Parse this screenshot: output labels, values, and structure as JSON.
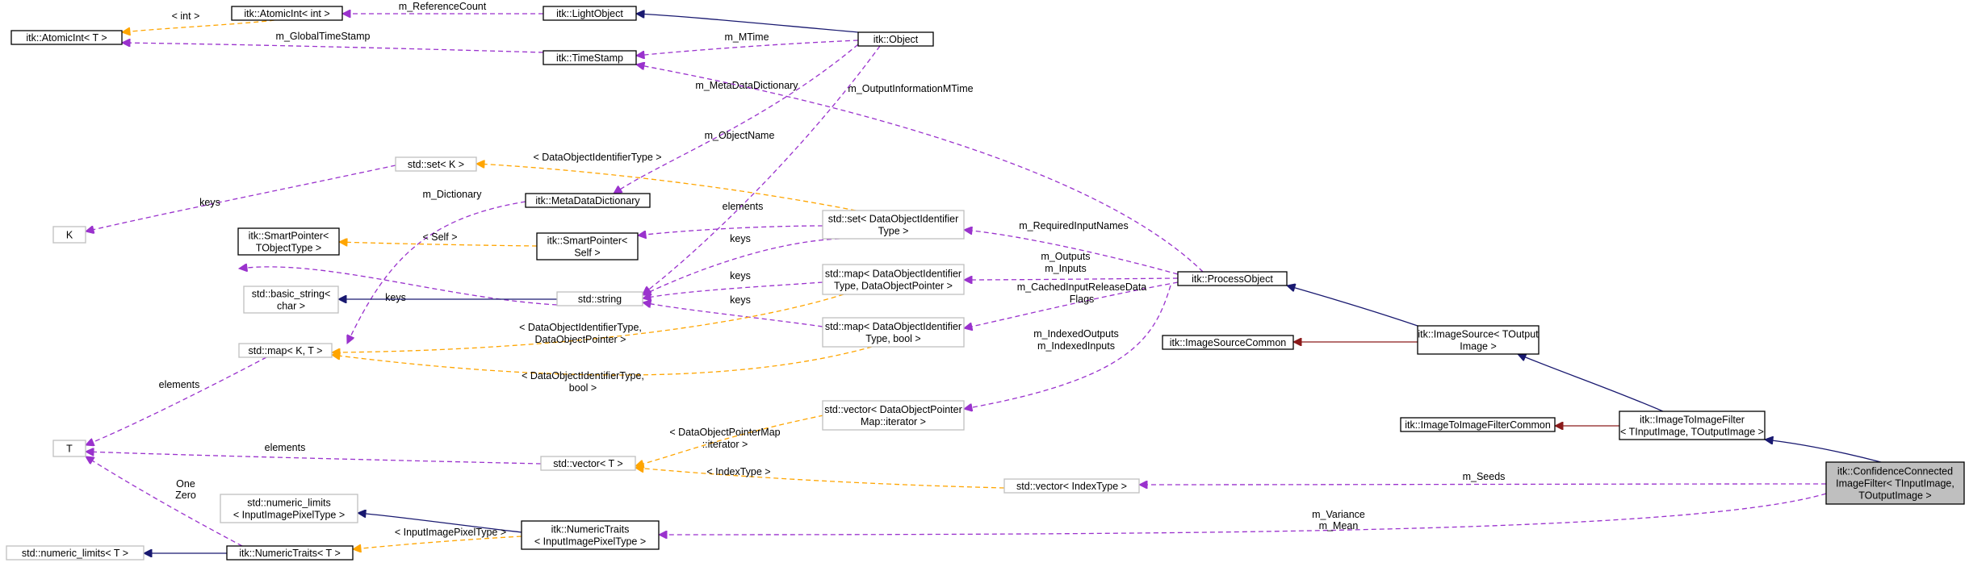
{
  "colors": {
    "inheritance": "#191970",
    "private_inheritance": "#8b1a1a",
    "usage": "#9a32cd",
    "template": "#ffa500",
    "node_border_doc": "#000000",
    "node_border_undoc": "#bfbfbf",
    "focus_fill": "#bfbfbf"
  },
  "nodes": [
    {
      "id": "atomic_int",
      "lines": [
        "itk::AtomicInt< int >"
      ]
    },
    {
      "id": "atomic_t",
      "lines": [
        "itk::AtomicInt< T >"
      ]
    },
    {
      "id": "light_object",
      "lines": [
        "itk::LightObject"
      ]
    },
    {
      "id": "object",
      "lines": [
        "itk::Object"
      ]
    },
    {
      "id": "timestamp",
      "lines": [
        "itk::TimeStamp"
      ]
    },
    {
      "id": "std_set_k",
      "lines": [
        "std::set< K >"
      ]
    },
    {
      "id": "k",
      "lines": [
        "K"
      ]
    },
    {
      "id": "metadatadict",
      "lines": [
        "itk::MetaDataDictionary"
      ]
    },
    {
      "id": "sp_tobject",
      "lines": [
        "itk::SmartPointer<",
        "TObjectType >"
      ]
    },
    {
      "id": "sp_self",
      "lines": [
        "itk::SmartPointer<",
        "Self >"
      ]
    },
    {
      "id": "set_doi",
      "lines": [
        "std::set< DataObjectIdentifier",
        "Type >"
      ]
    },
    {
      "id": "basic_string",
      "lines": [
        "std::basic_string<",
        "char >"
      ]
    },
    {
      "id": "std_string",
      "lines": [
        "std::string"
      ]
    },
    {
      "id": "map_doi_ptr",
      "lines": [
        "std::map< DataObjectIdentifier",
        "Type, DataObjectPointer >"
      ]
    },
    {
      "id": "process_object",
      "lines": [
        "itk::ProcessObject"
      ]
    },
    {
      "id": "map_kt",
      "lines": [
        "std::map< K, T >"
      ]
    },
    {
      "id": "map_doi_bool",
      "lines": [
        "std::map< DataObjectIdentifier",
        "Type, bool >"
      ]
    },
    {
      "id": "img_src_common",
      "lines": [
        "itk::ImageSourceCommon"
      ]
    },
    {
      "id": "image_source",
      "lines": [
        "itk::ImageSource< TOutput",
        "Image >"
      ]
    },
    {
      "id": "vec_dop",
      "lines": [
        "std::vector< DataObjectPointer",
        "Map::iterator >"
      ]
    },
    {
      "id": "i2i_common",
      "lines": [
        "itk::ImageToImageFilterCommon"
      ]
    },
    {
      "id": "i2i_filter",
      "lines": [
        "itk::ImageToImageFilter",
        "< TInputImage, TOutputImage >"
      ]
    },
    {
      "id": "t",
      "lines": [
        "T"
      ]
    },
    {
      "id": "vec_t",
      "lines": [
        "std::vector< T >"
      ]
    },
    {
      "id": "vec_index",
      "lines": [
        "std::vector< IndexType >"
      ]
    },
    {
      "id": "conf_filter",
      "lines": [
        "itk::ConfidenceConnected",
        "ImageFilter< TInputImage,",
        "TOutputImage >"
      ]
    },
    {
      "id": "num_limits_ipt",
      "lines": [
        "std::numeric_limits",
        "< InputImagePixelType >"
      ]
    },
    {
      "id": "num_traits_ipt",
      "lines": [
        "itk::NumericTraits",
        "< InputImagePixelType >"
      ]
    },
    {
      "id": "num_limits_t",
      "lines": [
        "std::numeric_limits< T >"
      ]
    },
    {
      "id": "num_traits_t",
      "lines": [
        "itk::NumericTraits< T >"
      ]
    }
  ],
  "edges": [
    {
      "id": "e_refcount",
      "label": [
        "m_ReferenceCount"
      ]
    },
    {
      "id": "e_int",
      "label": [
        "< int >"
      ]
    },
    {
      "id": "e_gts",
      "label": [
        "m_GlobalTimeStamp"
      ]
    },
    {
      "id": "e_lo_obj",
      "label": []
    },
    {
      "id": "e_mtime",
      "label": [
        "m_MTime"
      ]
    },
    {
      "id": "e_mdd",
      "label": [
        "m_MetaDataDictionary"
      ]
    },
    {
      "id": "e_oimt",
      "label": [
        "m_OutputInformationMTime"
      ]
    },
    {
      "id": "e_objname",
      "label": [
        "m_ObjectName"
      ]
    },
    {
      "id": "e_doit",
      "label": [
        "< DataObjectIdentifierType >"
      ]
    },
    {
      "id": "e_keys_k",
      "label": [
        "keys"
      ]
    },
    {
      "id": "e_dict",
      "label": [
        "m_Dictionary"
      ]
    },
    {
      "id": "e_self",
      "label": [
        "< Self >"
      ]
    },
    {
      "id": "e_elements_sp",
      "label": [
        "elements"
      ]
    },
    {
      "id": "e_keys1",
      "label": [
        "keys"
      ]
    },
    {
      "id": "e_keys2",
      "label": [
        "keys"
      ]
    },
    {
      "id": "e_keys3",
      "label": [
        "keys"
      ]
    },
    {
      "id": "e_reqinputs",
      "label": [
        "m_RequiredInputNames"
      ]
    },
    {
      "id": "e_outputs",
      "label": [
        "m_Outputs",
        "m_Inputs"
      ]
    },
    {
      "id": "e_cached",
      "label": [
        "m_CachedInputReleaseData",
        "Flags"
      ]
    },
    {
      "id": "e_keys_map",
      "label": [
        "keys"
      ]
    },
    {
      "id": "e_basic",
      "label": []
    },
    {
      "id": "e_doit_dop",
      "label": [
        "< DataObjectIdentifierType,",
        "DataObjectPointer >"
      ]
    },
    {
      "id": "e_doit_bool",
      "label": [
        "< DataObjectIdentifierType,",
        "bool >"
      ]
    },
    {
      "id": "e_po_is",
      "label": []
    },
    {
      "id": "e_isc",
      "label": []
    },
    {
      "id": "e_indexed",
      "label": [
        "m_IndexedOutputs",
        "m_IndexedInputs"
      ]
    },
    {
      "id": "e_is_i2i",
      "label": []
    },
    {
      "id": "e_i2ic",
      "label": []
    },
    {
      "id": "e_i2i_conf",
      "label": []
    },
    {
      "id": "e_elements_map",
      "label": [
        "elements"
      ]
    },
    {
      "id": "e_elements_vec",
      "label": [
        "elements"
      ]
    },
    {
      "id": "e_dopm",
      "label": [
        "< DataObjectPointerMap",
        "::iterator >"
      ]
    },
    {
      "id": "e_indextype",
      "label": [
        "< IndexType >"
      ]
    },
    {
      "id": "e_seeds",
      "label": [
        "m_Seeds"
      ]
    },
    {
      "id": "e_varmean",
      "label": [
        "m_Variance",
        "m_Mean"
      ]
    },
    {
      "id": "e_onezero",
      "label": [
        "One",
        "Zero"
      ]
    },
    {
      "id": "e_nl_nt",
      "label": []
    },
    {
      "id": "e_ipt",
      "label": [
        "< InputImagePixelType >"
      ]
    },
    {
      "id": "e_nlt_ntt",
      "label": []
    }
  ]
}
